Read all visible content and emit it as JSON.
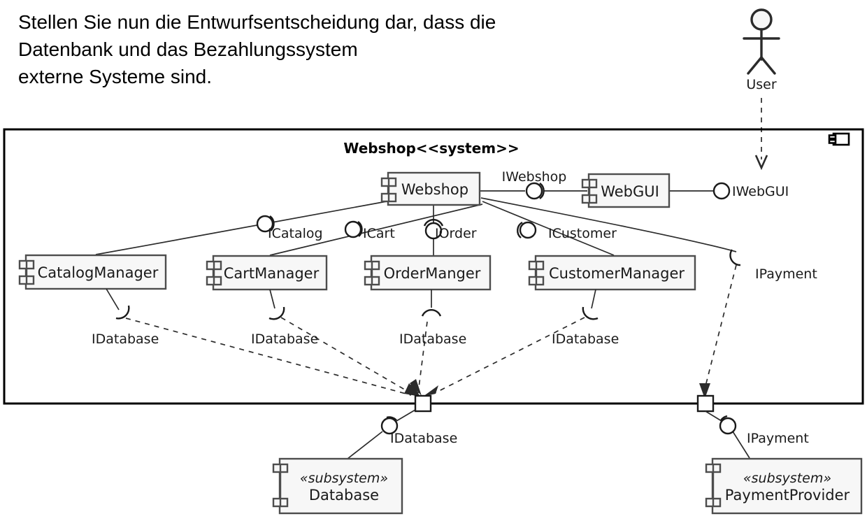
{
  "heading": {
    "text": "Stellen Sie nun die Entwurfsentscheidung dar, dass die\nDatenbank und das Bezahlungssystem\nexterne Systeme sind."
  },
  "actor": {
    "name": "User",
    "icon": "actor-stick-figure-icon"
  },
  "system_frame": {
    "title": "Webshop<<system>>",
    "corner_icon": "component-icon"
  },
  "components": {
    "webshop": "Webshop",
    "webgui": "WebGUI",
    "catalog_manager": "CatalogManager",
    "cart_manager": "CartManager",
    "order_manager": "OrderManger",
    "customer_manager": "CustomerManager"
  },
  "subsystems": [
    {
      "stereotype": "«subsystem»",
      "name": "Database"
    },
    {
      "stereotype": "«subsystem»",
      "name": "PaymentProvider"
    }
  ],
  "interfaces": {
    "iwebshop": "IWebshop",
    "iwebgui": "IWebGUI",
    "icatalog": "ICatalog",
    "icart": "ICart",
    "iorder": "IOrder",
    "icustomer": "ICustomer",
    "ipayment_top": "IPayment",
    "idatabase_1": "IDatabase",
    "idatabase_2": "IDatabase",
    "idatabase_3": "IDatabase",
    "idatabase_4": "IDatabase",
    "idatabase_port": "IDatabase",
    "ipayment_port": "IPayment"
  },
  "colors": {
    "box_fill": "#f7f7f7",
    "box_stroke": "#4d4d4d",
    "line": "#2b2b2b",
    "frame": "#000000",
    "text": "#1a1a1a"
  }
}
